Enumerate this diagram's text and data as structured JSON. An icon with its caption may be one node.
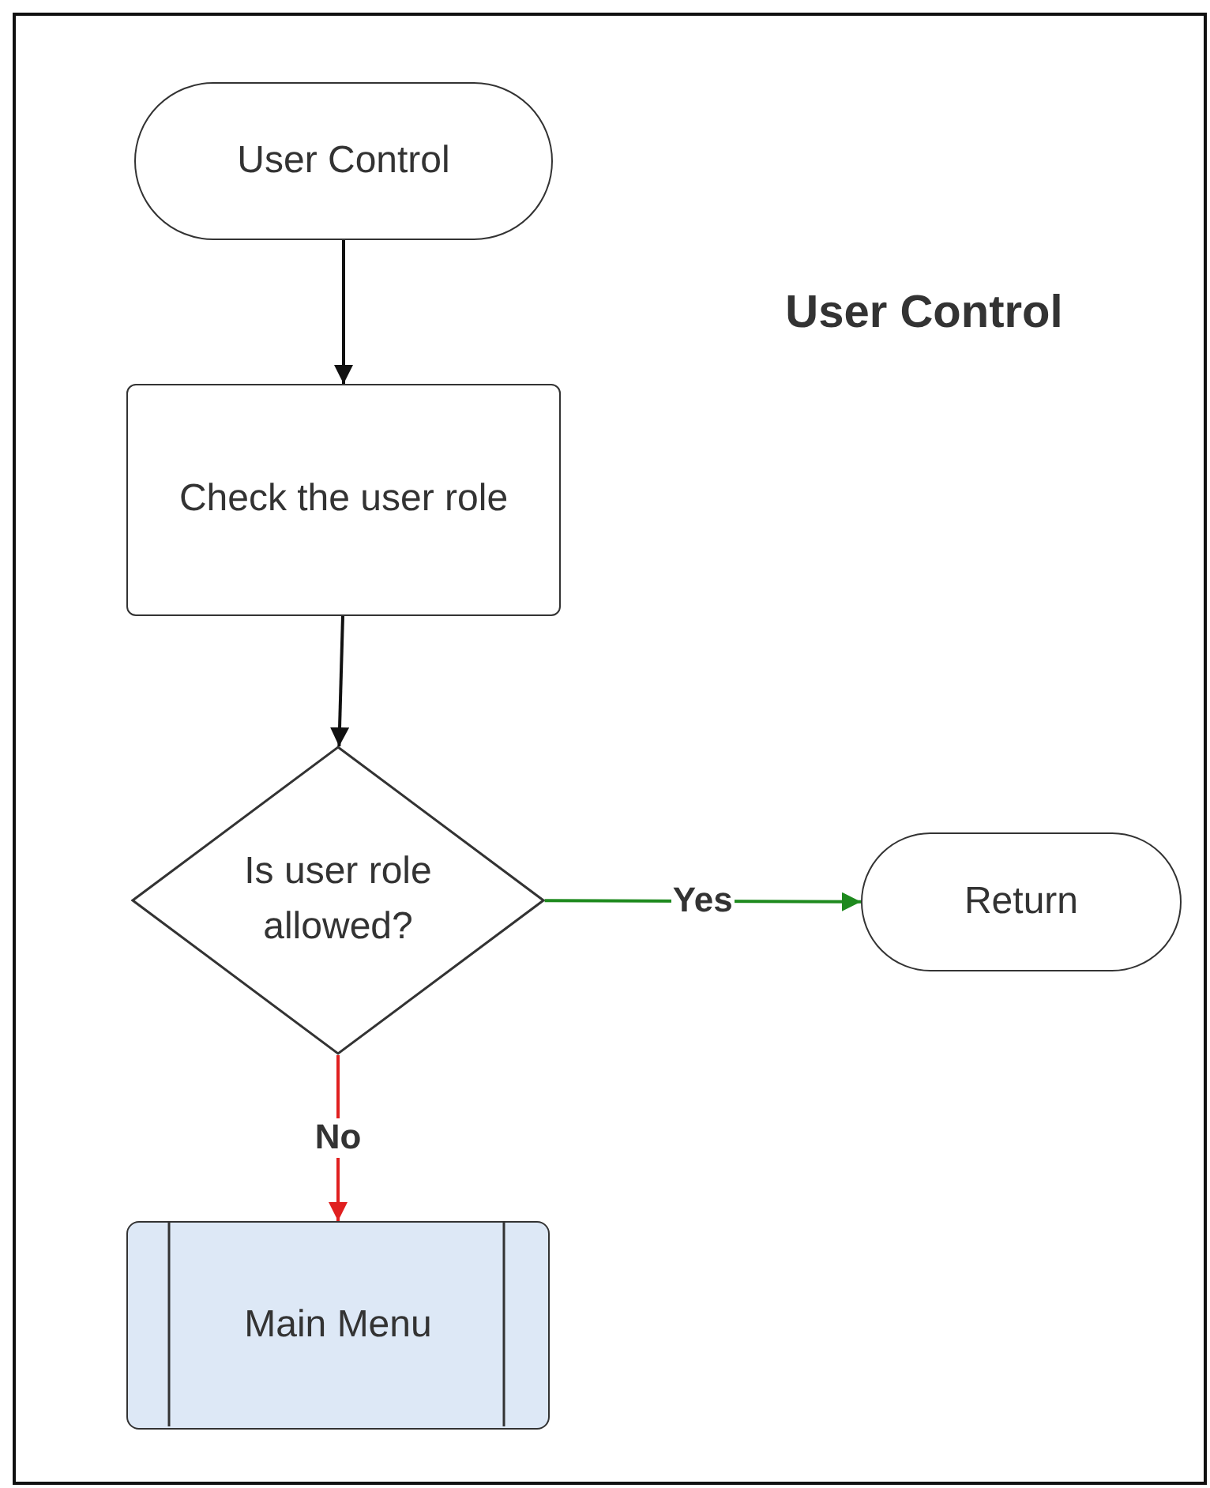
{
  "diagram": {
    "title": "User Control",
    "nodes": [
      {
        "text": [
          "User Control"
        ]
      },
      {
        "text": [
          "Check the user role"
        ]
      },
      {
        "text": [
          "Is user role allowed?"
        ]
      },
      {
        "text": [
          "Return"
        ]
      },
      {
        "text": [
          "Main Menu"
        ]
      }
    ],
    "edges": [
      {
        "from": 0,
        "to": 1,
        "arrow": "to"
      },
      {
        "from": 1,
        "to": 2,
        "arrow": "to"
      },
      {
        "from": 2,
        "to": 3,
        "arrow": "to",
        "label": "Yes",
        "color": "#1e8a1e"
      },
      {
        "from": 2,
        "to": 4,
        "arrow": "to",
        "label": "No",
        "color": "#e02020"
      }
    ]
  }
}
